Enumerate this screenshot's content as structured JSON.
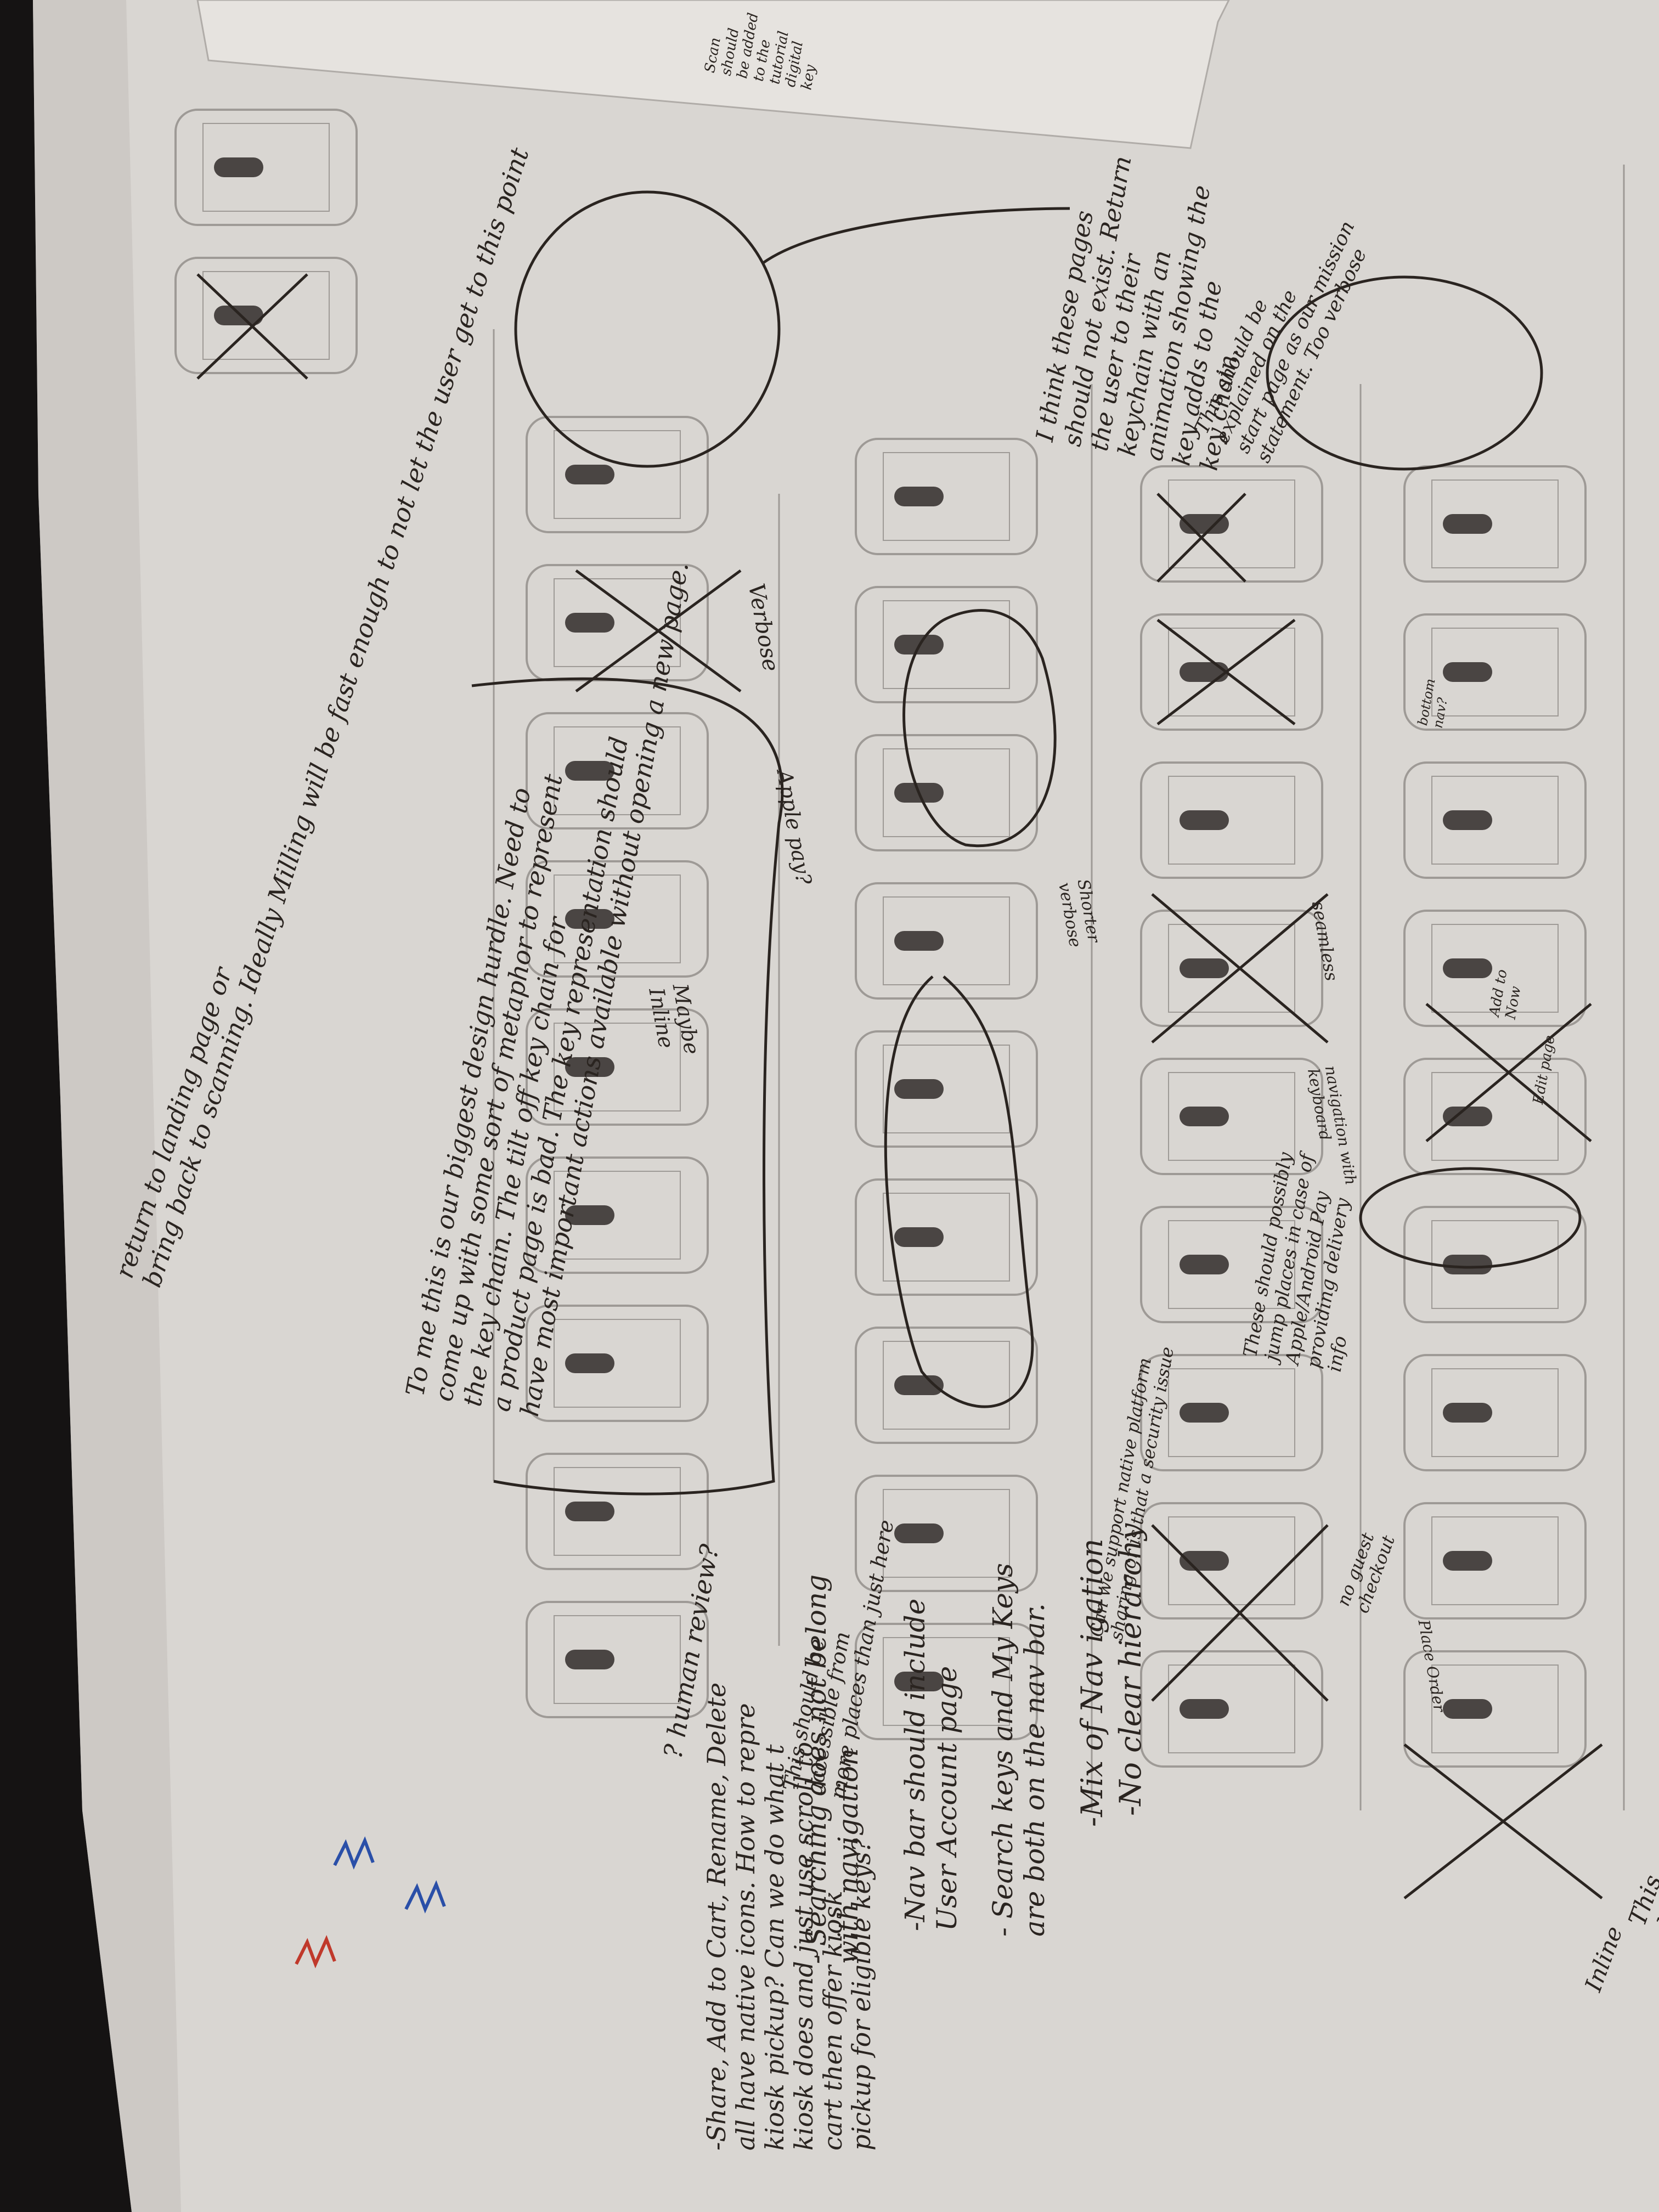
{
  "colors": {
    "paper": "#d9d6d2",
    "paper_edge": "#c7c3bf",
    "background": "#151313",
    "pencil": "#2a2420",
    "wire_frame": "#9e9a96",
    "wire_dark": "#4a4543",
    "marker_blue": "#2a4fa8",
    "marker_red": "#c0392b"
  },
  "notes": {
    "no_clear_hierarchy": "-No clear hierarchy",
    "mix_navigation": "-Mix of Nav igation",
    "search_keys": "- Search keys and My Keys\nare both on the nav bar.",
    "nav_bar_include": "-Nav bar should include\nUser Account page",
    "searching_belong": "- Searching does not belong\nwith navigation",
    "share_add": "-Share, Add to Cart, Rename, Delete\nall have native icons. How to repre\nkiosk pickup? Can we do what t\nkiosk does and just use scroll to\ncart then offer kiosk\npickup for eligible keys?",
    "design_hurdle": "To me this is our biggest design hurdle. Need to\ncome up with some sort of metaphor to represent\nthe key chain. The tilt off key chain for\na product page is bad. The key representation should\nhave most important actions available without opening a new page.",
    "return_landing": "return to landing page or\nbring back to scanning. Ideally Milling will be fast enough to not let the user get to this point",
    "pages_not_exist": "I think these pages\nshould not exist. Return\nthe user to their\nkeychain with an\nanimation showing the\nkey adds to the\nkey chain.",
    "explained_mission": "This should be\nexplained on the\nstart page as our mission\nstatement. Too verbose",
    "possibly_platforms": "These should possibly\njump places in case of\nApple/Android Pay\nproviding delivery\ninfo",
    "accessible_from": "This should be\naccessible from\nmore places than just here",
    "native_platform": "Can we support native platform\nsharing or is that a security issue",
    "human_review": "? human review?",
    "dont_need": "This doesn't need\nto be separate",
    "verbose": "Verbose",
    "maybe_inline": "Maybe\nInline",
    "apple_pay": "Apple pay?",
    "shorter_verbose": "Shorter\nverbose",
    "seamless": "seamless",
    "paste_order": "Place Order",
    "navigation_with_keyboard": "navigation with\nkeyboard",
    "unique_checkout": "no guest\ncheckout",
    "inline": "Inline",
    "add_to": "Add to\nNow",
    "edit_page": "Edit page",
    "bottom_nav": "bottom\nnav?",
    "side_note": "Scan\nshould\nbe added\nto the\ntutorial\ndigital\nkey"
  },
  "markers": {
    "blue": "blue-scribble",
    "red": "red-scribble"
  }
}
